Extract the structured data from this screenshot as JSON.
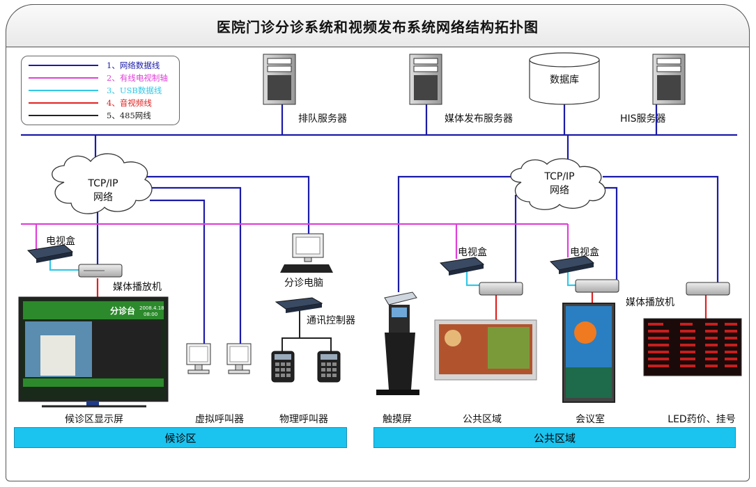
{
  "title": "医院门诊分诊系统和视频发布系统网络结构拓扑图",
  "legend": [
    {
      "label": "1、网络数据线",
      "color": "#1a1aa8"
    },
    {
      "label": "2、有线电视制轴",
      "color": "#e040d8"
    },
    {
      "label": "3、USB数据线",
      "color": "#31c8e6"
    },
    {
      "label": "4、音视频线",
      "color": "#e02020"
    },
    {
      "label": "5、485网线",
      "color": "#222222"
    }
  ],
  "servers": {
    "queue": "排队服务器",
    "media": "媒体发布服务器",
    "database": "数据库",
    "his": "HIS服务器"
  },
  "clouds": [
    {
      "line1": "TCP/IP",
      "line2": "网络"
    },
    {
      "line1": "TCP/IP",
      "line2": "网络"
    }
  ],
  "devices": {
    "tvbox_left": "电视盒",
    "player_left": "媒体播放机",
    "triage_pc": "分诊电脑",
    "comm_controller": "通讯控制器",
    "tvbox_public": "电视盒",
    "tvbox_meeting": "电视盒",
    "player_right": "媒体播放机"
  },
  "screen": {
    "header": "分诊台",
    "date": "2008.4.18",
    "time": "08:00"
  },
  "bottom_labels": {
    "waiting_display": "候诊区显示屏",
    "virtual_caller": "虚拟呼叫器",
    "physical_caller": "物理呼叫器",
    "touch_screen": "触摸屏",
    "public_area": "公共区域",
    "meeting_room": "会议室",
    "led": "LED药价、挂号"
  },
  "zones": {
    "waiting": "候诊区",
    "public": "公共区域"
  },
  "colors": {
    "network": "#1a1aa8",
    "cable_tv": "#e040d8",
    "usb": "#31c8e6",
    "av": "#e02020",
    "rs485": "#222222",
    "zone_bar": "#1bc3ef"
  }
}
